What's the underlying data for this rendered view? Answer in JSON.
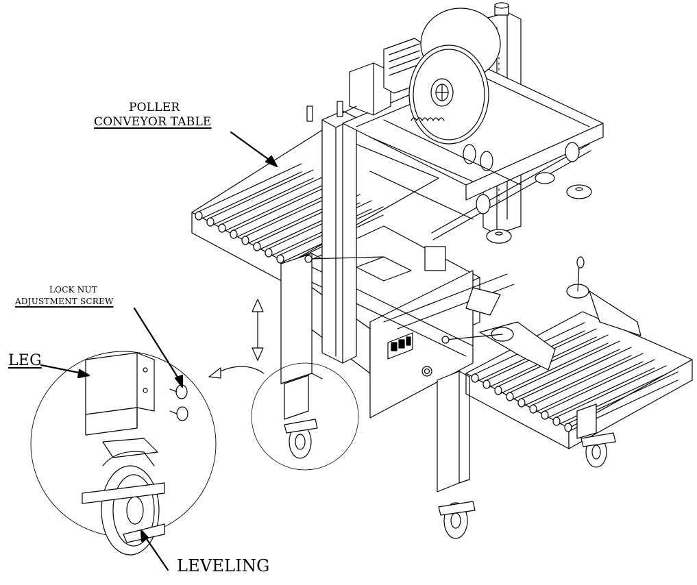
{
  "labels": {
    "poller_line1": "POLLER",
    "poller_line2": "CONVEYOR TABLE",
    "locknut_line1": "LOCK NUT",
    "locknut_line2": "ADJUSTMENT  SCREW",
    "leg": "LEG",
    "leveling": "LEVELING"
  },
  "colors": {
    "line": "#000000",
    "background": "#ffffff"
  },
  "icons": [
    "up-down-arrow-icon",
    "curved-arrow-icon"
  ]
}
